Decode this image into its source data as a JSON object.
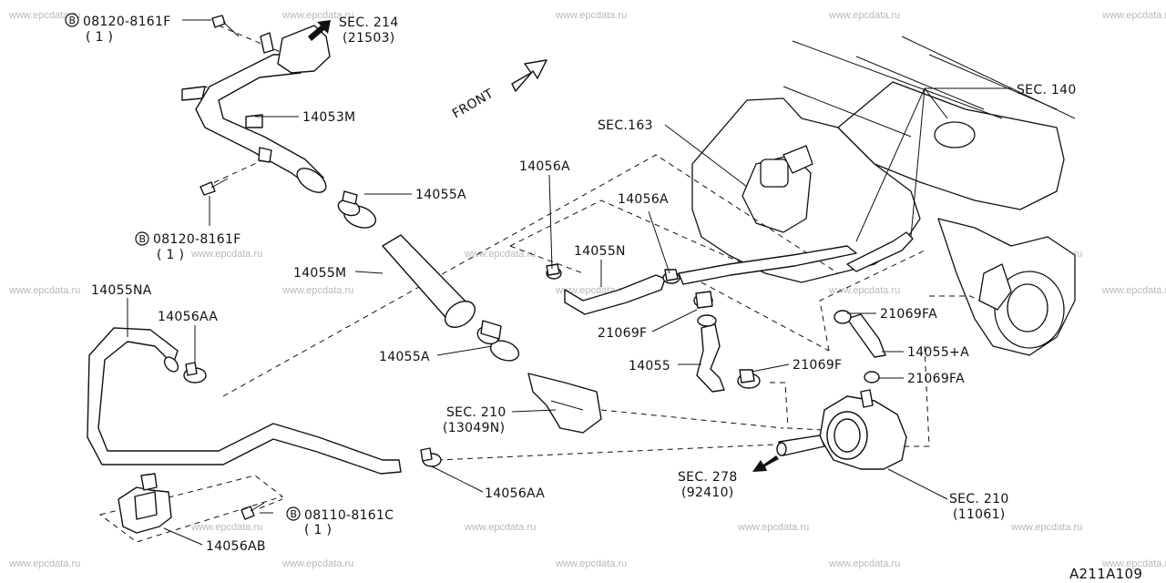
{
  "diagram": {
    "catalog_code": "A211A109",
    "watermark": "www.epcdata.ru",
    "front_label": "FRONT",
    "bolt_marker": "B",
    "labels": {
      "bolt_top": "08120-8161F",
      "bolt_top_qty": "( 1 )",
      "bolt_mid": "08120-8161F",
      "bolt_mid_qty": "( 1 )",
      "bolt_bottom": "08110-8161C",
      "bolt_bottom_qty": "( 1 )",
      "sec214": "SEC. 214",
      "sec214_sub": "(21503)",
      "p14053M": "14053M",
      "p14055A_top": "14055A",
      "p14055M": "14055M",
      "p14055NA": "14055NA",
      "p14056AA_left": "14056AA",
      "p14055A_mid": "14055A",
      "sec210_mid": "SEC. 210",
      "sec210_mid_sub": "(13049N)",
      "p14056AA_bottom": "14056AA",
      "p14056AB": "14056AB",
      "p14056A_left": "14056A",
      "p14056A_right": "14056A",
      "p14055N": "14055N",
      "p21069F_a": "21069F",
      "p14055": "14055",
      "p21069F_b": "21069F",
      "sec163": "SEC.163",
      "sec140": "SEC. 140",
      "p21069FA_a": "21069FA",
      "p14055plusA": "14055+A",
      "p21069FA_b": "21069FA",
      "sec278": "SEC. 278",
      "sec278_sub": "(92410)",
      "sec210_right": "SEC. 210",
      "sec210_right_sub": "(11061)"
    }
  }
}
